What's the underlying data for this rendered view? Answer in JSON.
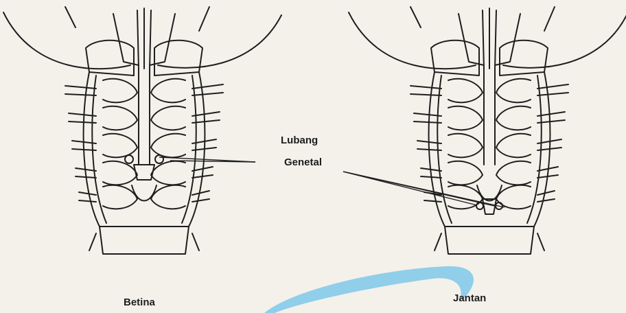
{
  "labels": {
    "opening_line1": "Lubang",
    "opening_line2": "Genetal",
    "female": "Betina",
    "male": "Jantan"
  },
  "colors": {
    "background": "#f3f1ea",
    "ink": "#1e1e1e",
    "watermark": "#7ec8ea"
  }
}
